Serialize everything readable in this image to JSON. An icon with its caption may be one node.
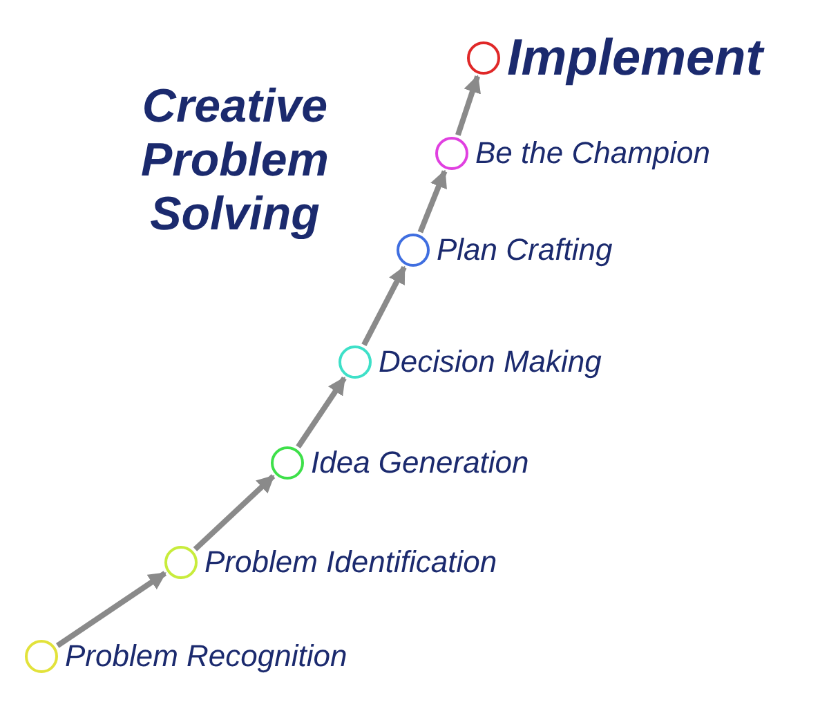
{
  "diagram": {
    "title": "Creative Problem Solving",
    "nodes": [
      {
        "text": [],
        "shape": "circle",
        "beside": [
          "Problem Recognition"
        ]
      },
      {
        "text": [],
        "shape": "circle",
        "beside": [
          "Problem Identification"
        ]
      },
      {
        "text": [],
        "shape": "circle",
        "beside": [
          "Idea Generation"
        ]
      },
      {
        "text": [],
        "shape": "circle",
        "beside": [
          "Decision Making"
        ]
      },
      {
        "text": [],
        "shape": "circle",
        "beside": [
          "Plan Crafting"
        ]
      },
      {
        "text": [],
        "shape": "circle",
        "beside": [
          "Be the Champion"
        ]
      },
      {
        "text": [],
        "shape": "circle",
        "beside": [
          "Implement"
        ]
      }
    ],
    "edges": [
      {
        "from": 0,
        "to": 1,
        "arrow": "to"
      },
      {
        "from": 1,
        "to": 2,
        "arrow": "to"
      },
      {
        "from": 2,
        "to": 3,
        "arrow": "to"
      },
      {
        "from": 3,
        "to": 4,
        "arrow": "to"
      },
      {
        "from": 4,
        "to": 5,
        "arrow": "to"
      },
      {
        "from": 5,
        "to": 6,
        "arrow": "to"
      }
    ]
  }
}
